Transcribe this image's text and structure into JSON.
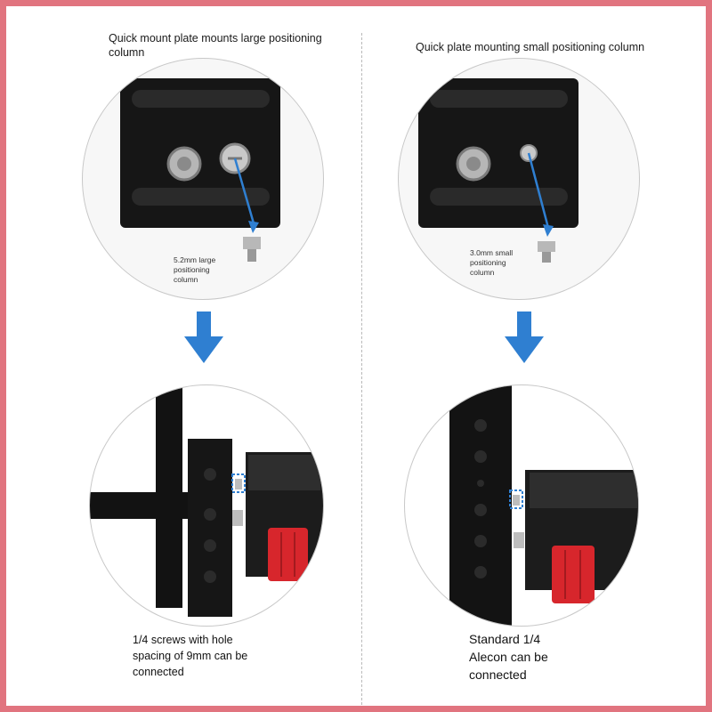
{
  "left_panel": {
    "title": "Quick mount plate mounts large positioning column",
    "pin_label": [
      "5.2mm large",
      "positioning",
      "column"
    ],
    "bottom_caption": [
      "1/4 screws with hole",
      "spacing of 9mm can be",
      "connected"
    ]
  },
  "right_panel": {
    "title": "Quick plate mounting small positioning column",
    "pin_label": [
      "3.0mm small",
      "positioning",
      "column"
    ],
    "bottom_caption": [
      "Standard 1/4",
      "Alecon can be",
      "connected"
    ]
  },
  "colors": {
    "border": "#e1747f",
    "arrow": "#2f7fd1",
    "plate": "#161616",
    "knob": "#d7262c"
  }
}
